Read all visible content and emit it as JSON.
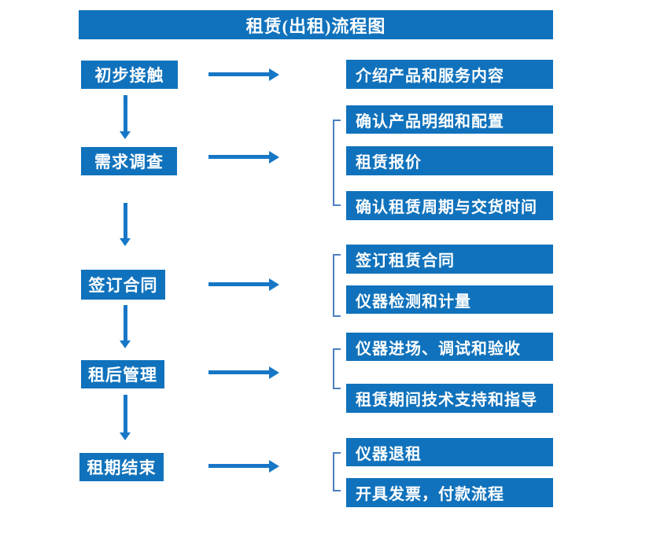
{
  "title": "租赁(出租)流程图",
  "colors": {
    "box_blue": "#1072BC",
    "arrow_blue": "#1777C6",
    "bracket_blue": "#4d7ebf",
    "text_white": "#ffffff"
  },
  "left_steps": [
    {
      "label": "初步接触"
    },
    {
      "label": "需求调查"
    },
    {
      "label": "签订合同"
    },
    {
      "label": "租后管理"
    },
    {
      "label": "租期结束"
    }
  ],
  "right_groups": [
    {
      "bracket": false,
      "items": [
        "介绍产品和服务内容"
      ]
    },
    {
      "bracket": true,
      "items": [
        "确认产品明细和配置",
        "租赁报价",
        "确认租赁周期与交货时间"
      ]
    },
    {
      "bracket": true,
      "items": [
        "签订租赁合同",
        "仪器检测和计量"
      ]
    },
    {
      "bracket": true,
      "items": [
        "仪器进场、调试和验收",
        "租赁期间技术支持和指导"
      ]
    },
    {
      "bracket": true,
      "items": [
        "仪器退租",
        "开具发票，付款流程"
      ]
    }
  ]
}
